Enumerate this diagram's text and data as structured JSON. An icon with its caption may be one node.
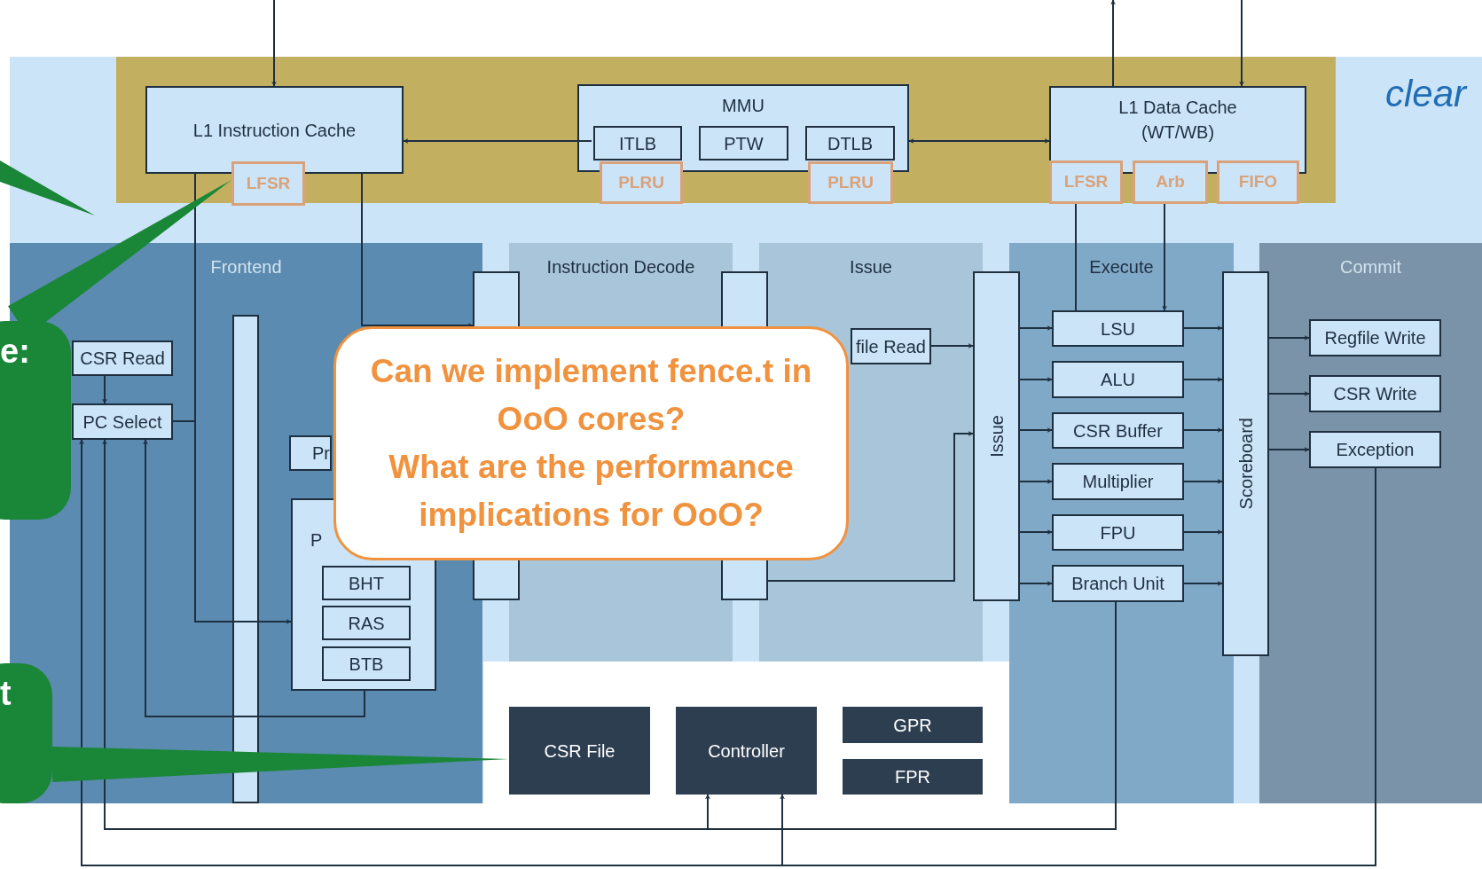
{
  "diagram": {
    "nodes": [
      {
        "text": [
          "L1 Instruction Cache"
        ]
      },
      {
        "text": [
          "LFSR"
        ]
      },
      {
        "text": [
          "MMU"
        ]
      },
      {
        "text": [
          "ITLB"
        ],
        "in": 2
      },
      {
        "text": [
          "PTW"
        ],
        "in": 2
      },
      {
        "text": [
          "DTLB"
        ],
        "in": 2
      },
      {
        "text": [
          "PLRU"
        ]
      },
      {
        "text": [
          "PLRU"
        ]
      },
      {
        "text": [
          "L1 Data Cache (WT/WB)"
        ]
      },
      {
        "text": [
          "LFSR"
        ]
      },
      {
        "text": [
          "Arb"
        ]
      },
      {
        "text": [
          "FIFO"
        ]
      },
      {
        "text": [
          "Frontend"
        ]
      },
      {
        "text": [
          "Instruction Decode"
        ]
      },
      {
        "text": [
          "Issue"
        ]
      },
      {
        "text": [
          "Execute"
        ]
      },
      {
        "text": [
          "Commit"
        ]
      },
      {
        "text": [
          "CSR Read"
        ],
        "in": 12
      },
      {
        "text": [
          "PC Select"
        ],
        "in": 12
      },
      {
        "text": [
          "Pr"
        ],
        "in": 12
      },
      {
        "text": [
          "P"
        ],
        "in": 12
      },
      {
        "text": [
          "BHT"
        ],
        "in": 20
      },
      {
        "text": [
          "RAS"
        ],
        "in": 20
      },
      {
        "text": [
          "BTB"
        ],
        "in": 20
      },
      {
        "text": [],
        "shape": "bar"
      },
      {
        "text": [],
        "shape": "bar"
      },
      {
        "text": [
          "file Read"
        ],
        "in": 14
      },
      {
        "text": [
          "Issue"
        ]
      },
      {
        "text": [
          "LSU"
        ],
        "in": 15
      },
      {
        "text": [
          "ALU"
        ],
        "in": 15
      },
      {
        "text": [
          "CSR Buffer"
        ],
        "in": 15
      },
      {
        "text": [
          "Multiplier"
        ],
        "in": 15
      },
      {
        "text": [
          "FPU"
        ],
        "in": 15
      },
      {
        "text": [
          "Branch Unit"
        ],
        "in": 15
      },
      {
        "text": [
          "Scoreboard"
        ]
      },
      {
        "text": [
          "Regfile Write"
        ],
        "in": 16
      },
      {
        "text": [
          "CSR Write"
        ],
        "in": 16
      },
      {
        "text": [
          "Exception"
        ],
        "in": 16
      },
      {
        "text": [
          "CSR File"
        ]
      },
      {
        "text": [
          "Controller"
        ]
      },
      {
        "text": [
          "GPR"
        ]
      },
      {
        "text": [
          "FPR"
        ]
      },
      {
        "text": [
          "Can we implement fence.t in OoO cores?",
          "What are the performance implications for OoO?"
        ]
      },
      {
        "text": [
          "e:"
        ]
      },
      {
        "text": [
          "t"
        ]
      }
    ],
    "edges": [
      {
        "from": null,
        "to": 0,
        "arrow": "to"
      },
      {
        "from": 8,
        "to": null,
        "arrow": "to"
      },
      {
        "from": null,
        "to": 8,
        "arrow": "to"
      },
      {
        "from": 3,
        "to": 0,
        "arrow": "to"
      },
      {
        "from": 2,
        "to": 8,
        "arrow": "both"
      },
      {
        "from": 18,
        "to": 20,
        "arrow": "to"
      },
      {
        "from": 18,
        "to": 0,
        "arrow": "none"
      },
      {
        "from": 0,
        "to": 24,
        "arrow": "to"
      },
      {
        "from": 17,
        "to": 18,
        "arrow": "to"
      },
      {
        "from": 20,
        "to": 18,
        "arrow": "to"
      },
      {
        "from": 33,
        "to": 18,
        "arrow": "to"
      },
      {
        "from": 33,
        "to": 39,
        "arrow": "to"
      },
      {
        "from": 37,
        "to": 18,
        "arrow": "to"
      },
      {
        "from": 37,
        "to": 39,
        "arrow": "to"
      },
      {
        "from": 25,
        "to": 27,
        "arrow": "to"
      },
      {
        "from": 26,
        "to": 27,
        "arrow": "to"
      },
      {
        "from": 27,
        "to": 28,
        "arrow": "to"
      },
      {
        "from": 27,
        "to": 29,
        "arrow": "to"
      },
      {
        "from": 27,
        "to": 30,
        "arrow": "to"
      },
      {
        "from": 27,
        "to": 31,
        "arrow": "to"
      },
      {
        "from": 27,
        "to": 32,
        "arrow": "to"
      },
      {
        "from": 27,
        "to": 33,
        "arrow": "to"
      },
      {
        "from": 28,
        "to": 34,
        "arrow": "to"
      },
      {
        "from": 29,
        "to": 34,
        "arrow": "to"
      },
      {
        "from": 30,
        "to": 34,
        "arrow": "to"
      },
      {
        "from": 31,
        "to": 34,
        "arrow": "to"
      },
      {
        "from": 32,
        "to": 34,
        "arrow": "to"
      },
      {
        "from": 33,
        "to": 34,
        "arrow": "to"
      },
      {
        "from": 34,
        "to": 35,
        "arrow": "to"
      },
      {
        "from": 34,
        "to": 36,
        "arrow": "to"
      },
      {
        "from": 34,
        "to": 37,
        "arrow": "to"
      },
      {
        "from": 9,
        "to": 28,
        "arrow": "none"
      },
      {
        "from": 10,
        "to": 28,
        "arrow": "to"
      },
      {
        "from": 43,
        "to": 1,
        "arrow": "none",
        "style": "thick",
        "color": "#1a8638"
      },
      {
        "from": 44,
        "to": 38,
        "arrow": "none",
        "style": "thick",
        "color": "#1a8638"
      }
    ],
    "labels": [
      "clear"
    ]
  }
}
